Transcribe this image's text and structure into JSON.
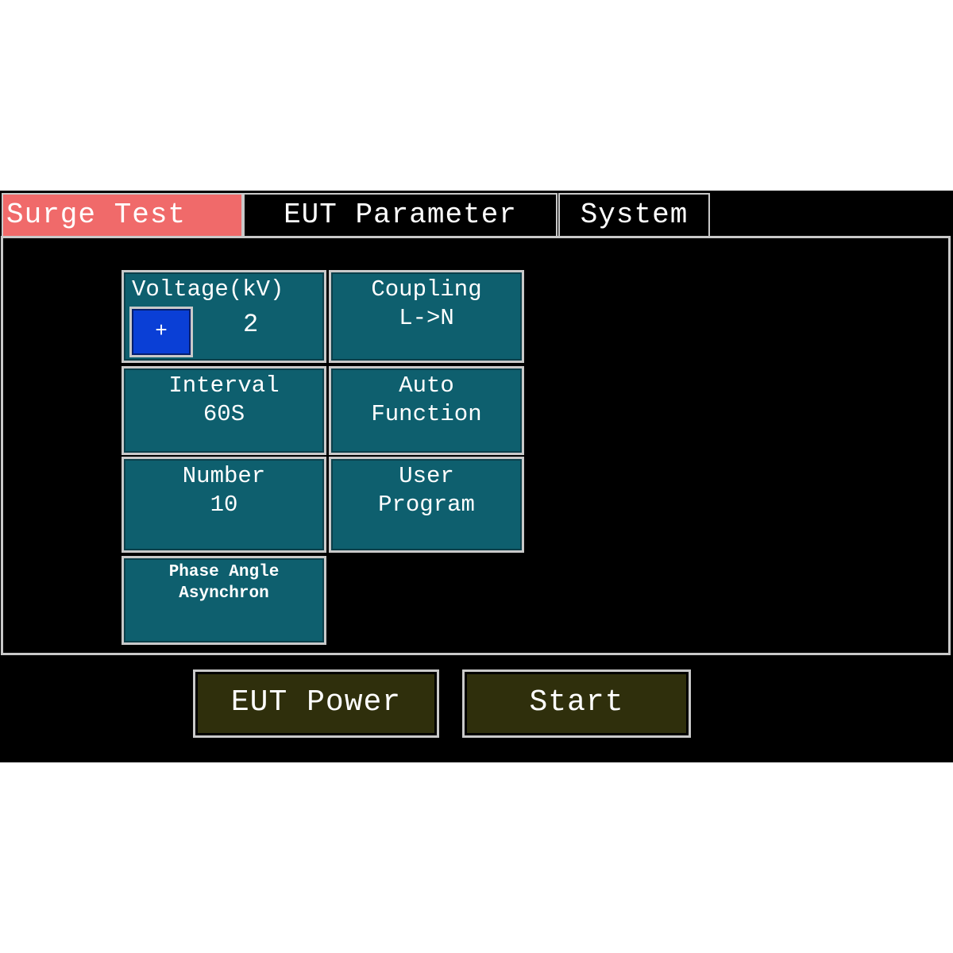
{
  "tabs": [
    {
      "label": "Surge Test",
      "active": true
    },
    {
      "label": "EUT Parameter",
      "active": false
    },
    {
      "label": "System",
      "active": false
    }
  ],
  "colors": {
    "active_tab": "#f06a6a",
    "tile": "#0e5f6e",
    "plus_button": "#0a3fd6",
    "bottom_button": "#2f2f0c",
    "border": "#c9c9c9"
  },
  "tiles": {
    "voltage": {
      "label": "Voltage(kV)",
      "value": "2",
      "plus_label": "+"
    },
    "coupling": {
      "label": "Coupling",
      "value": "L->N"
    },
    "interval": {
      "label": "Interval",
      "value": "60S"
    },
    "auto_function": {
      "label": "Auto",
      "label2": "Function"
    },
    "number": {
      "label": "Number",
      "value": "10"
    },
    "user_program": {
      "label": "User",
      "label2": "Program"
    },
    "phase_angle": {
      "label": "Phase Angle",
      "value": "Asynchron"
    }
  },
  "buttons": {
    "eut_power": "EUT Power",
    "start": "Start"
  }
}
